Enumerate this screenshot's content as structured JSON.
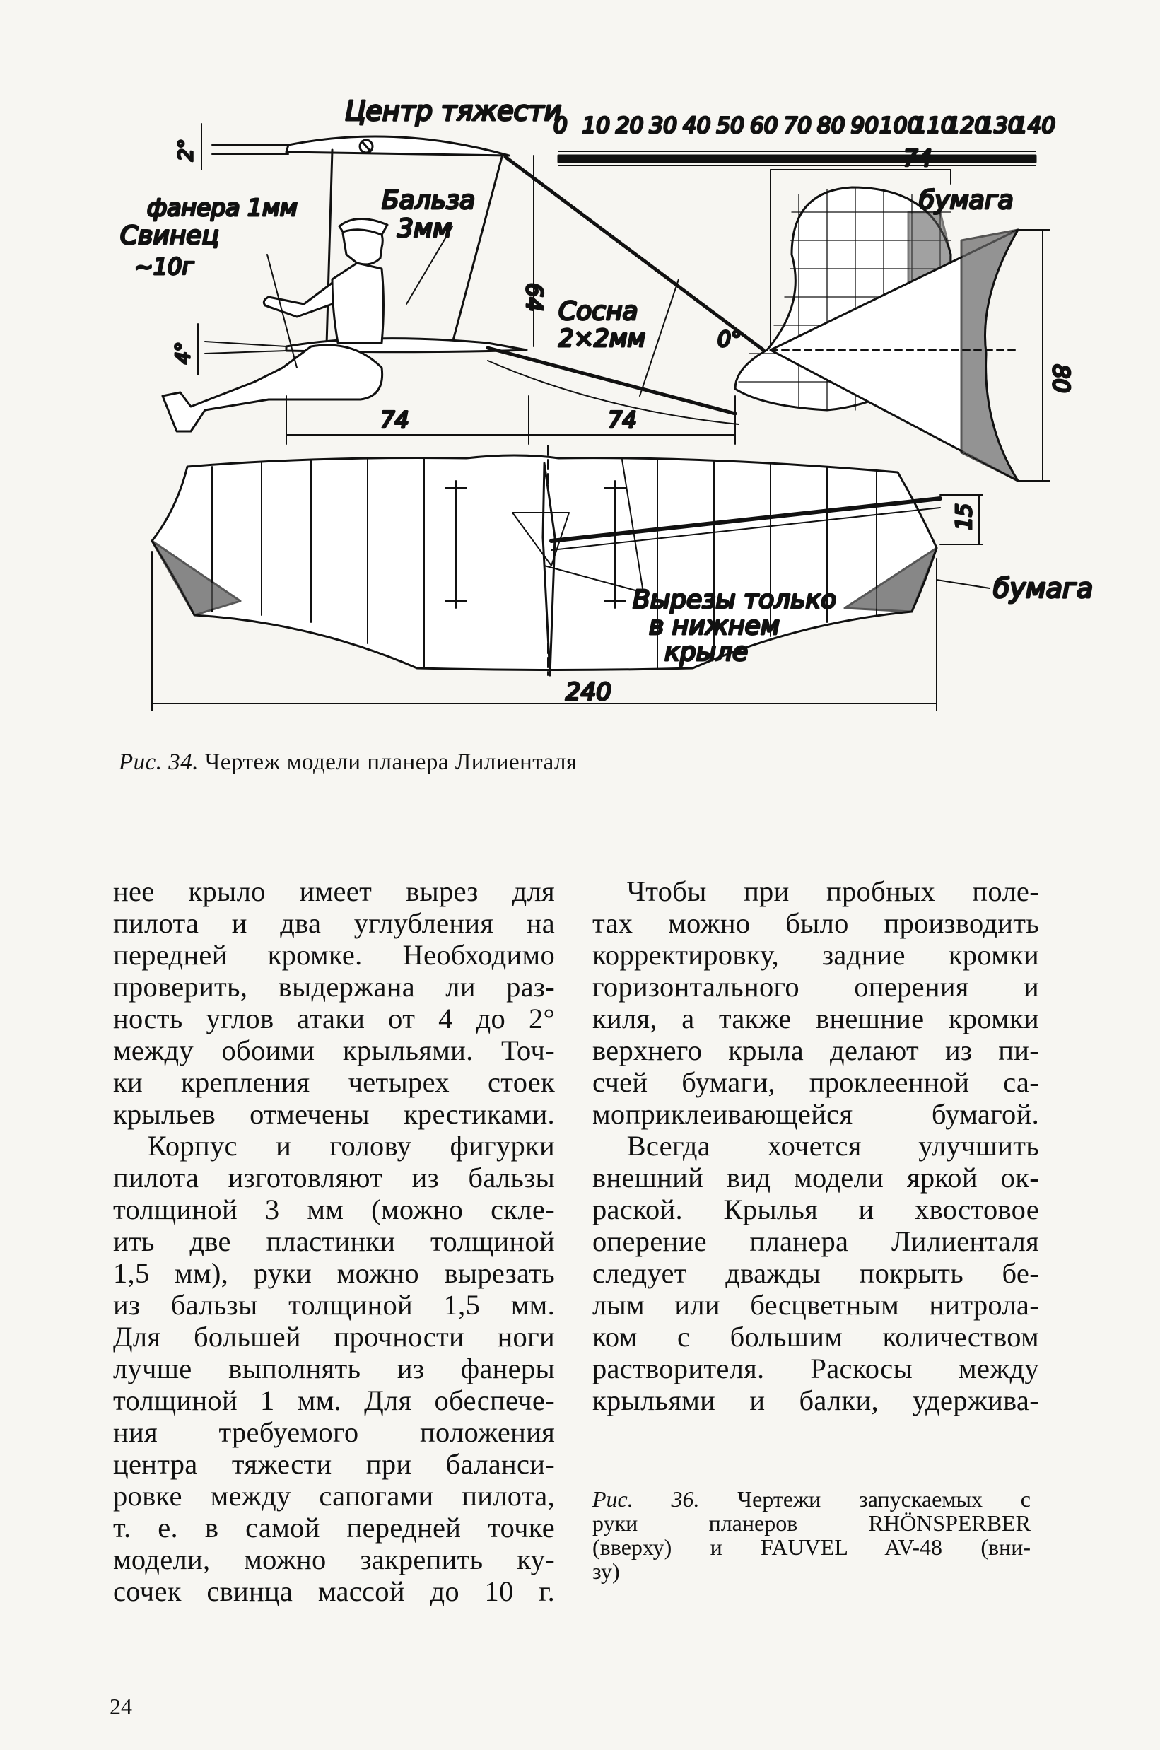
{
  "figure34": {
    "labels": {
      "cg": "Центр тяжести",
      "scale_ticks": [
        "0",
        "10",
        "20",
        "30",
        "40",
        "50",
        "60",
        "70",
        "80",
        "90",
        "100",
        "110",
        "120",
        "130",
        "140"
      ],
      "plywood": "фанера 1мм",
      "lead": "Свинец",
      "lead_mass": "~10г",
      "balsa": "Бальза",
      "balsa_thickness": "3мм",
      "pine": "Сосна",
      "pine_size": "2×2мм",
      "paper_top": "бумага",
      "paper_right": "бумага",
      "angle_2": "2°",
      "angle_4": "4°",
      "angle_0": "0°",
      "dim_64": "64",
      "dim_74_top": "74",
      "dim_74_left": "74",
      "dim_74_right": "74",
      "dim_80": "80",
      "dim_15": "15",
      "dim_240": "240",
      "cuts_line1": "Вырезы только",
      "cuts_line2": "в нижнем",
      "cuts_line3": "крыле"
    },
    "caption_label": "Рис. 34.",
    "caption_text": "Чертеж модели планера Лилиенталя"
  },
  "left_column": [
    [
      "нее крыло имеет вырез для",
      "пилота и два углубления на",
      "передней кромке. Необходимо",
      "проверить, выдержана ли раз-",
      "ность углов атаки от 4 до 2°",
      "между обоими крыльями. Точ-",
      "ки крепления четырех стоек",
      "крыльев отмечены крестиками."
    ],
    [
      "Корпус и голову фигурки",
      "пилота изготовляют из бальзы",
      "толщиной 3 мм (можно скле-",
      "ить две пластинки толщиной",
      "1,5 мм), руки можно вырезать",
      "из бальзы толщиной 1,5 мм.",
      "Для большей прочности ноги",
      "лучше выполнять из фанеры",
      "толщиной 1 мм. Для обеспече-",
      "ния требуемого положения",
      "центра тяжести при баланси-",
      "ровке между сапогами пилота,",
      "т. е. в самой передней точке",
      "модели, можно закрепить ку-",
      "сочек свинца массой до 10 г."
    ]
  ],
  "right_column": [
    [
      "Чтобы при пробных поле-",
      "тах можно было производить",
      "корректировку, задние кромки",
      "горизонтального оперения и",
      "киля, а также внешние кромки",
      "верхнего крыла делают из пи-",
      "счей бумаги, проклеенной са-",
      "моприклеивающейся бумагой."
    ],
    [
      "Всегда хочется улучшить",
      "внешний вид модели яркой ок-",
      "раской. Крылья и хвостовое",
      "оперение планера Лилиенталя",
      "следует дважды покрыть бе-",
      "лым или бесцветным нитрола-",
      "ком с большим количеством",
      "растворителя. Раскосы между",
      "крыльями и балки, удержива-"
    ]
  ],
  "figure36": {
    "label": "Рис. 36.",
    "lines": [
      "Чертежи запускаемых с",
      "руки планеров RHÖNSPERBER",
      "(вверху) и FAUVEL AV-48 (вни-",
      "зу)"
    ]
  },
  "page_number": "24"
}
